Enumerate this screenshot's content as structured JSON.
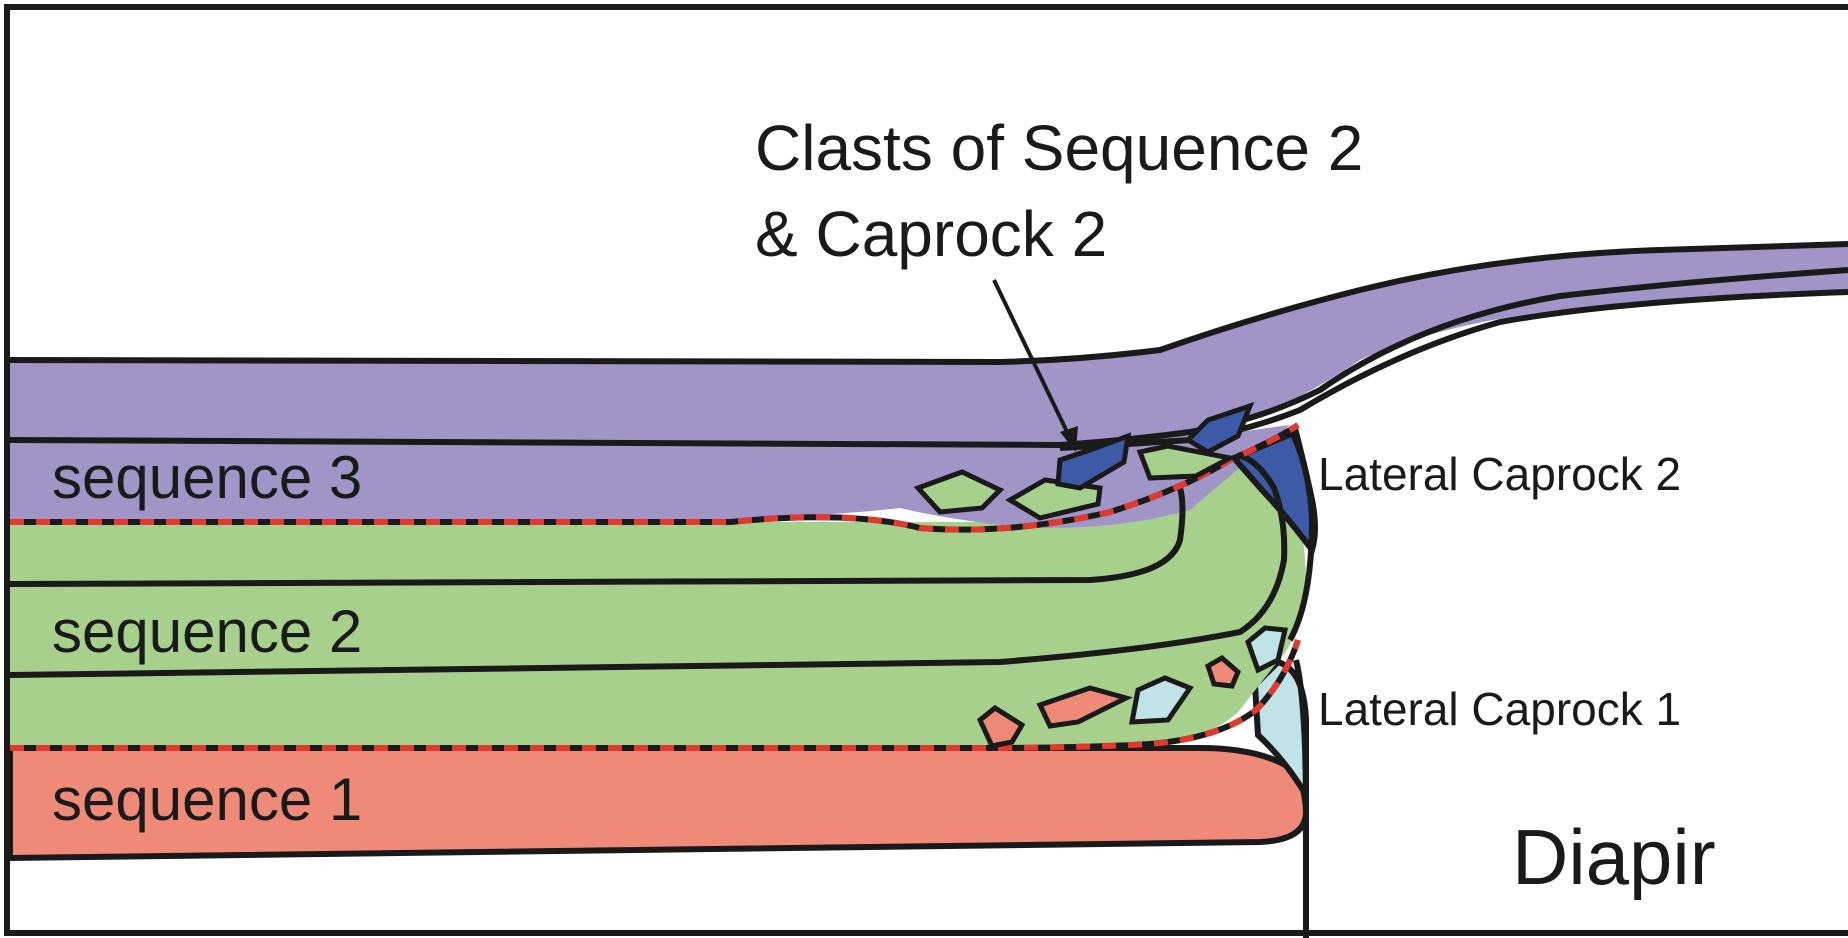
{
  "labels": {
    "sequence_3": "sequence 3",
    "sequence_2": "sequence 2",
    "sequence_1": "sequence 1",
    "lateral_caprock_2": "Lateral Caprock 2",
    "lateral_caprock_1": "Lateral Caprock 1",
    "diapir": "Diapir",
    "clasts_line1": "Clasts of Sequence 2",
    "clasts_line2": "& Caprock 2"
  },
  "colors": {
    "sequence_3": "#a095c6",
    "sequence_2": "#a8d08d",
    "sequence_1": "#ef8a78",
    "caprock_2": "#3c5aa6",
    "caprock_1": "#bfe3e6",
    "outline": "#1a1a1a",
    "unconformity": "#e03a2e"
  }
}
